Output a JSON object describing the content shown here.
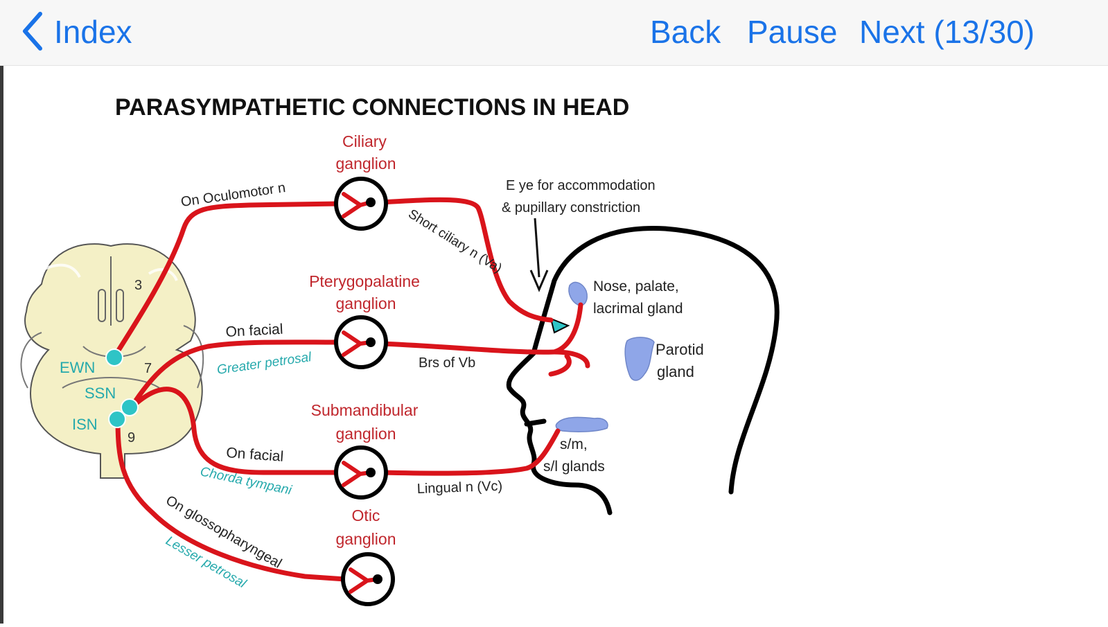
{
  "nav": {
    "index_label": "Index",
    "back_label": "Back",
    "pause_label": "Pause",
    "next_label": "Next (13/30)"
  },
  "diagram": {
    "title": "PARASYMPATHETIC CONNECTIONS IN HEAD",
    "ganglia": {
      "ciliary": [
        "Ciliary",
        "ganglion"
      ],
      "pterygopalatine": [
        "Pterygopalatine",
        "ganglion"
      ],
      "submandibular": [
        "Submandibular",
        "ganglion"
      ],
      "otic": [
        "Otic",
        "ganglion"
      ]
    },
    "nerves": {
      "on_oculomotor": "On Oculomotor n",
      "short_ciliary": "Short ciliary n (Va)",
      "on_facial_1": "On facial",
      "greater_petrosal": "Greater petrosal",
      "brs_of_vb": "Brs of Vb",
      "on_facial_2": "On facial",
      "chorda_tympani": "Chorda tympani",
      "lingual": "Lingual n (Vc)",
      "on_glossopharyngeal": "On glossopharyngeal",
      "lesser_petrosal": "Lesser petrosal"
    },
    "targets": {
      "eye": [
        "E ye for accommodation",
        "& pupillary constriction"
      ],
      "nose": [
        "Nose, palate,",
        "lacrimal gland"
      ],
      "parotid": [
        "Parotid",
        "gland"
      ],
      "sm": [
        "s/m,",
        "s/l glands"
      ]
    },
    "nuclei": {
      "ewn": "EWN",
      "ssn": "SSN",
      "isn": "ISN",
      "n3": "3",
      "n7": "7",
      "n9": "9"
    },
    "colors": {
      "nerve": "#d9141b",
      "nucleus": "#2ec4c6",
      "gland": "#8fa6e8",
      "brainstem": "#f4f0c6",
      "nav_link": "#1a73e8"
    }
  }
}
